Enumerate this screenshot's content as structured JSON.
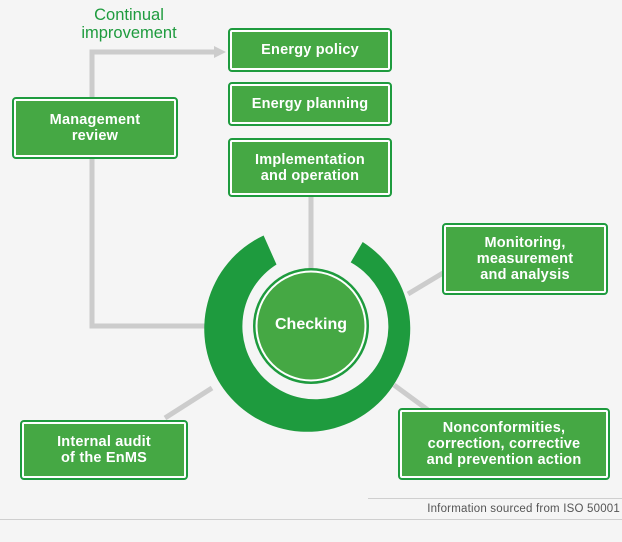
{
  "continual_improvement": "Continual\nimprovement",
  "boxes": {
    "energy_policy": "Energy policy",
    "energy_planning": "Energy planning",
    "implementation": "Implementation\nand operation",
    "management_review": "Management\nreview",
    "monitoring": "Monitoring,\nmeasurement\nand analysis",
    "internal_audit": "Internal audit\nof the EnMS",
    "nonconformities": "Nonconformities,\ncorrection, corrective\nand prevention action"
  },
  "center": "Checking",
  "source": "Information sourced from ISO 50001",
  "colors": {
    "green": "#45a844",
    "dark_green": "#1e9b3e",
    "connector": "#cccccc",
    "background": "#f5f5f5"
  }
}
